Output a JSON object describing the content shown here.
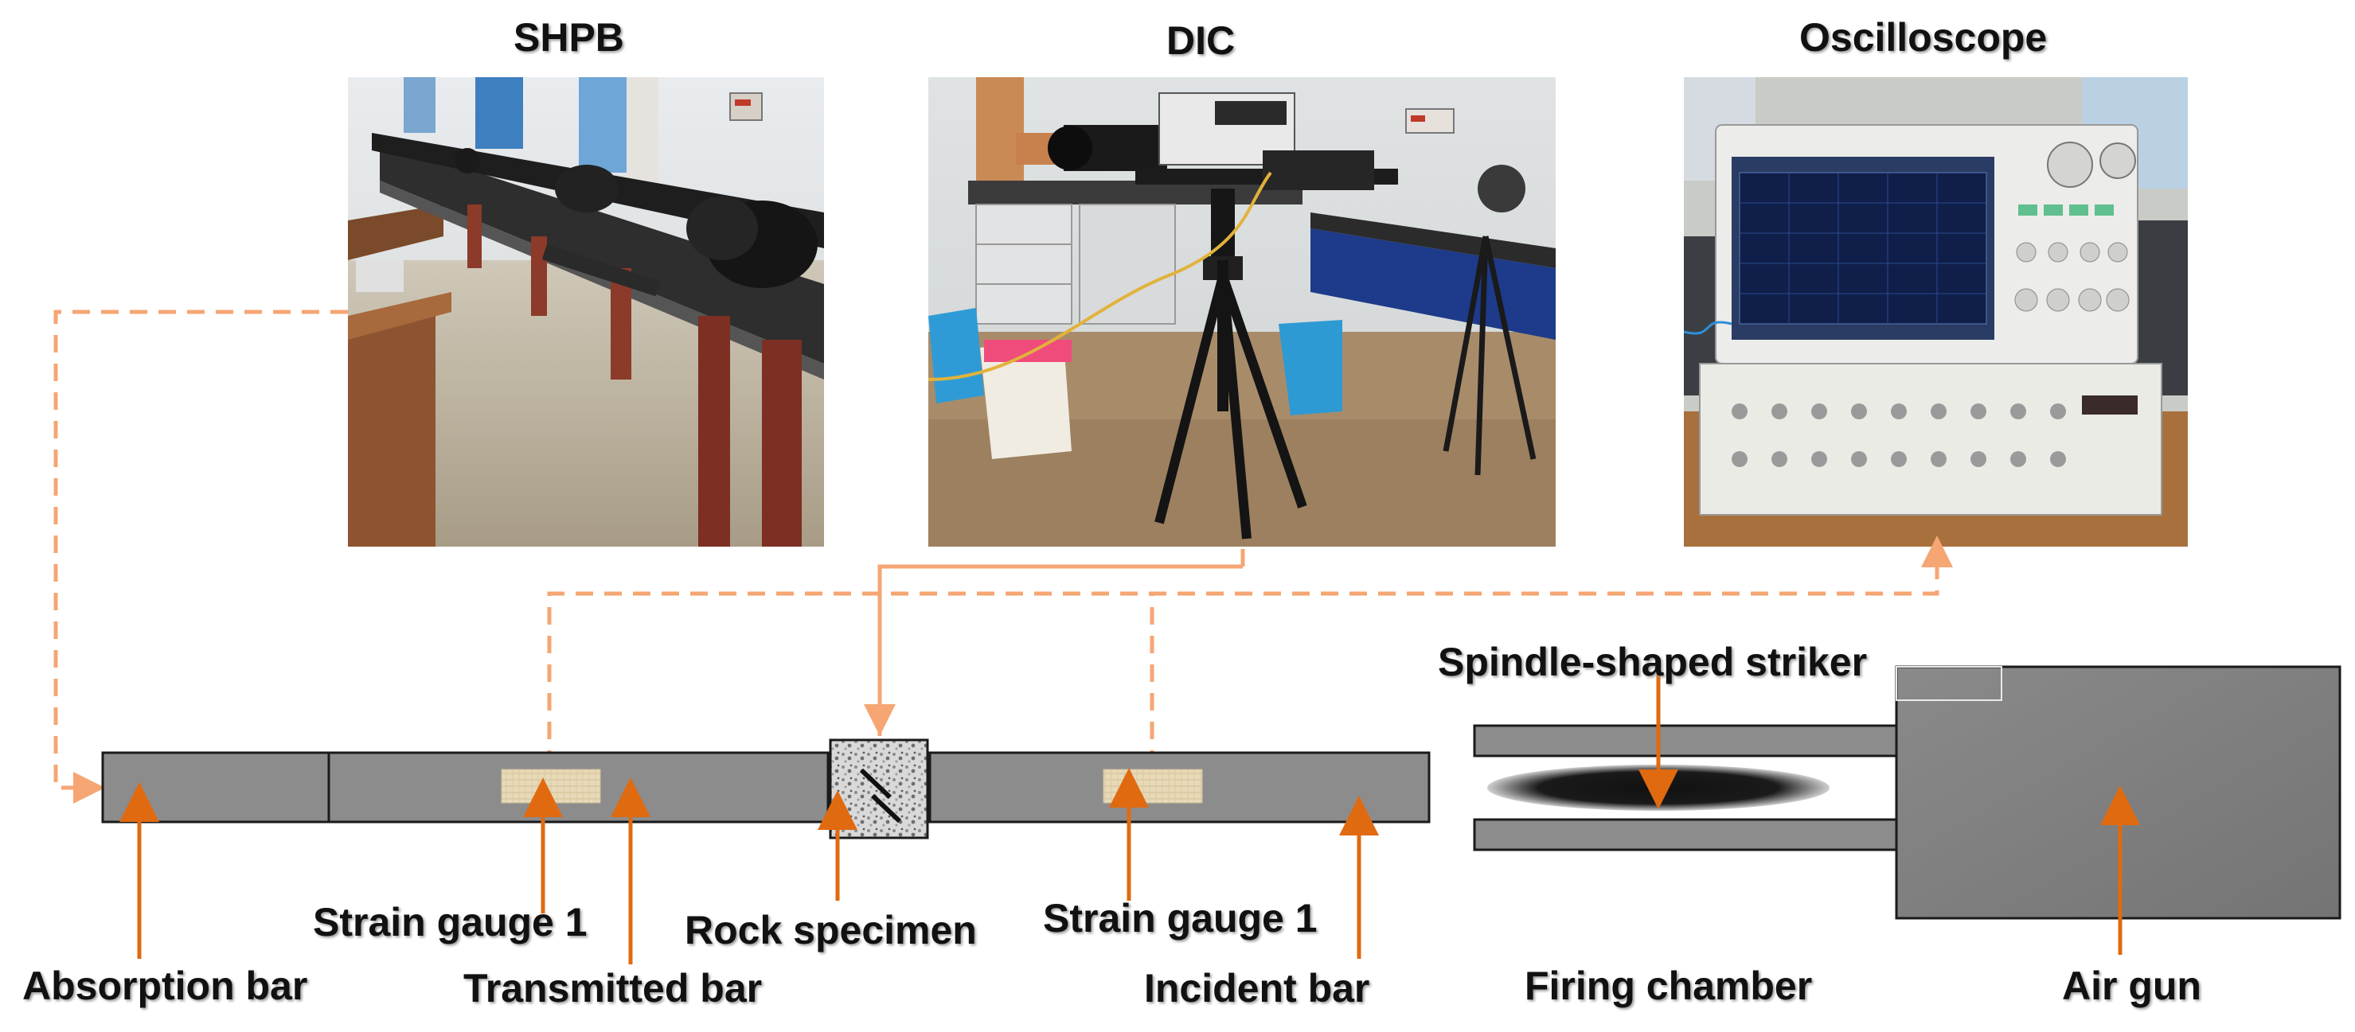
{
  "titles": {
    "shpb": "SHPB",
    "dic": "DIC",
    "oscilloscope": "Oscilloscope"
  },
  "labels": {
    "absorption_bar": "Absorption bar",
    "strain_gauge_left": "Strain gauge 1",
    "transmitted_bar": "Transmitted bar",
    "rock_specimen": "Rock specimen",
    "strain_gauge_right": "Strain gauge 1",
    "incident_bar": "Incident bar",
    "spindle_striker": "Spindle-shaped striker",
    "firing_chamber": "Firing chamber",
    "air_gun": "Air gun"
  },
  "colors": {
    "arrow": "#e06a10",
    "dashed_link": "#f5a673",
    "bar_fill": "#8c8c8c",
    "gauge_fill": "#e8d9b8"
  }
}
